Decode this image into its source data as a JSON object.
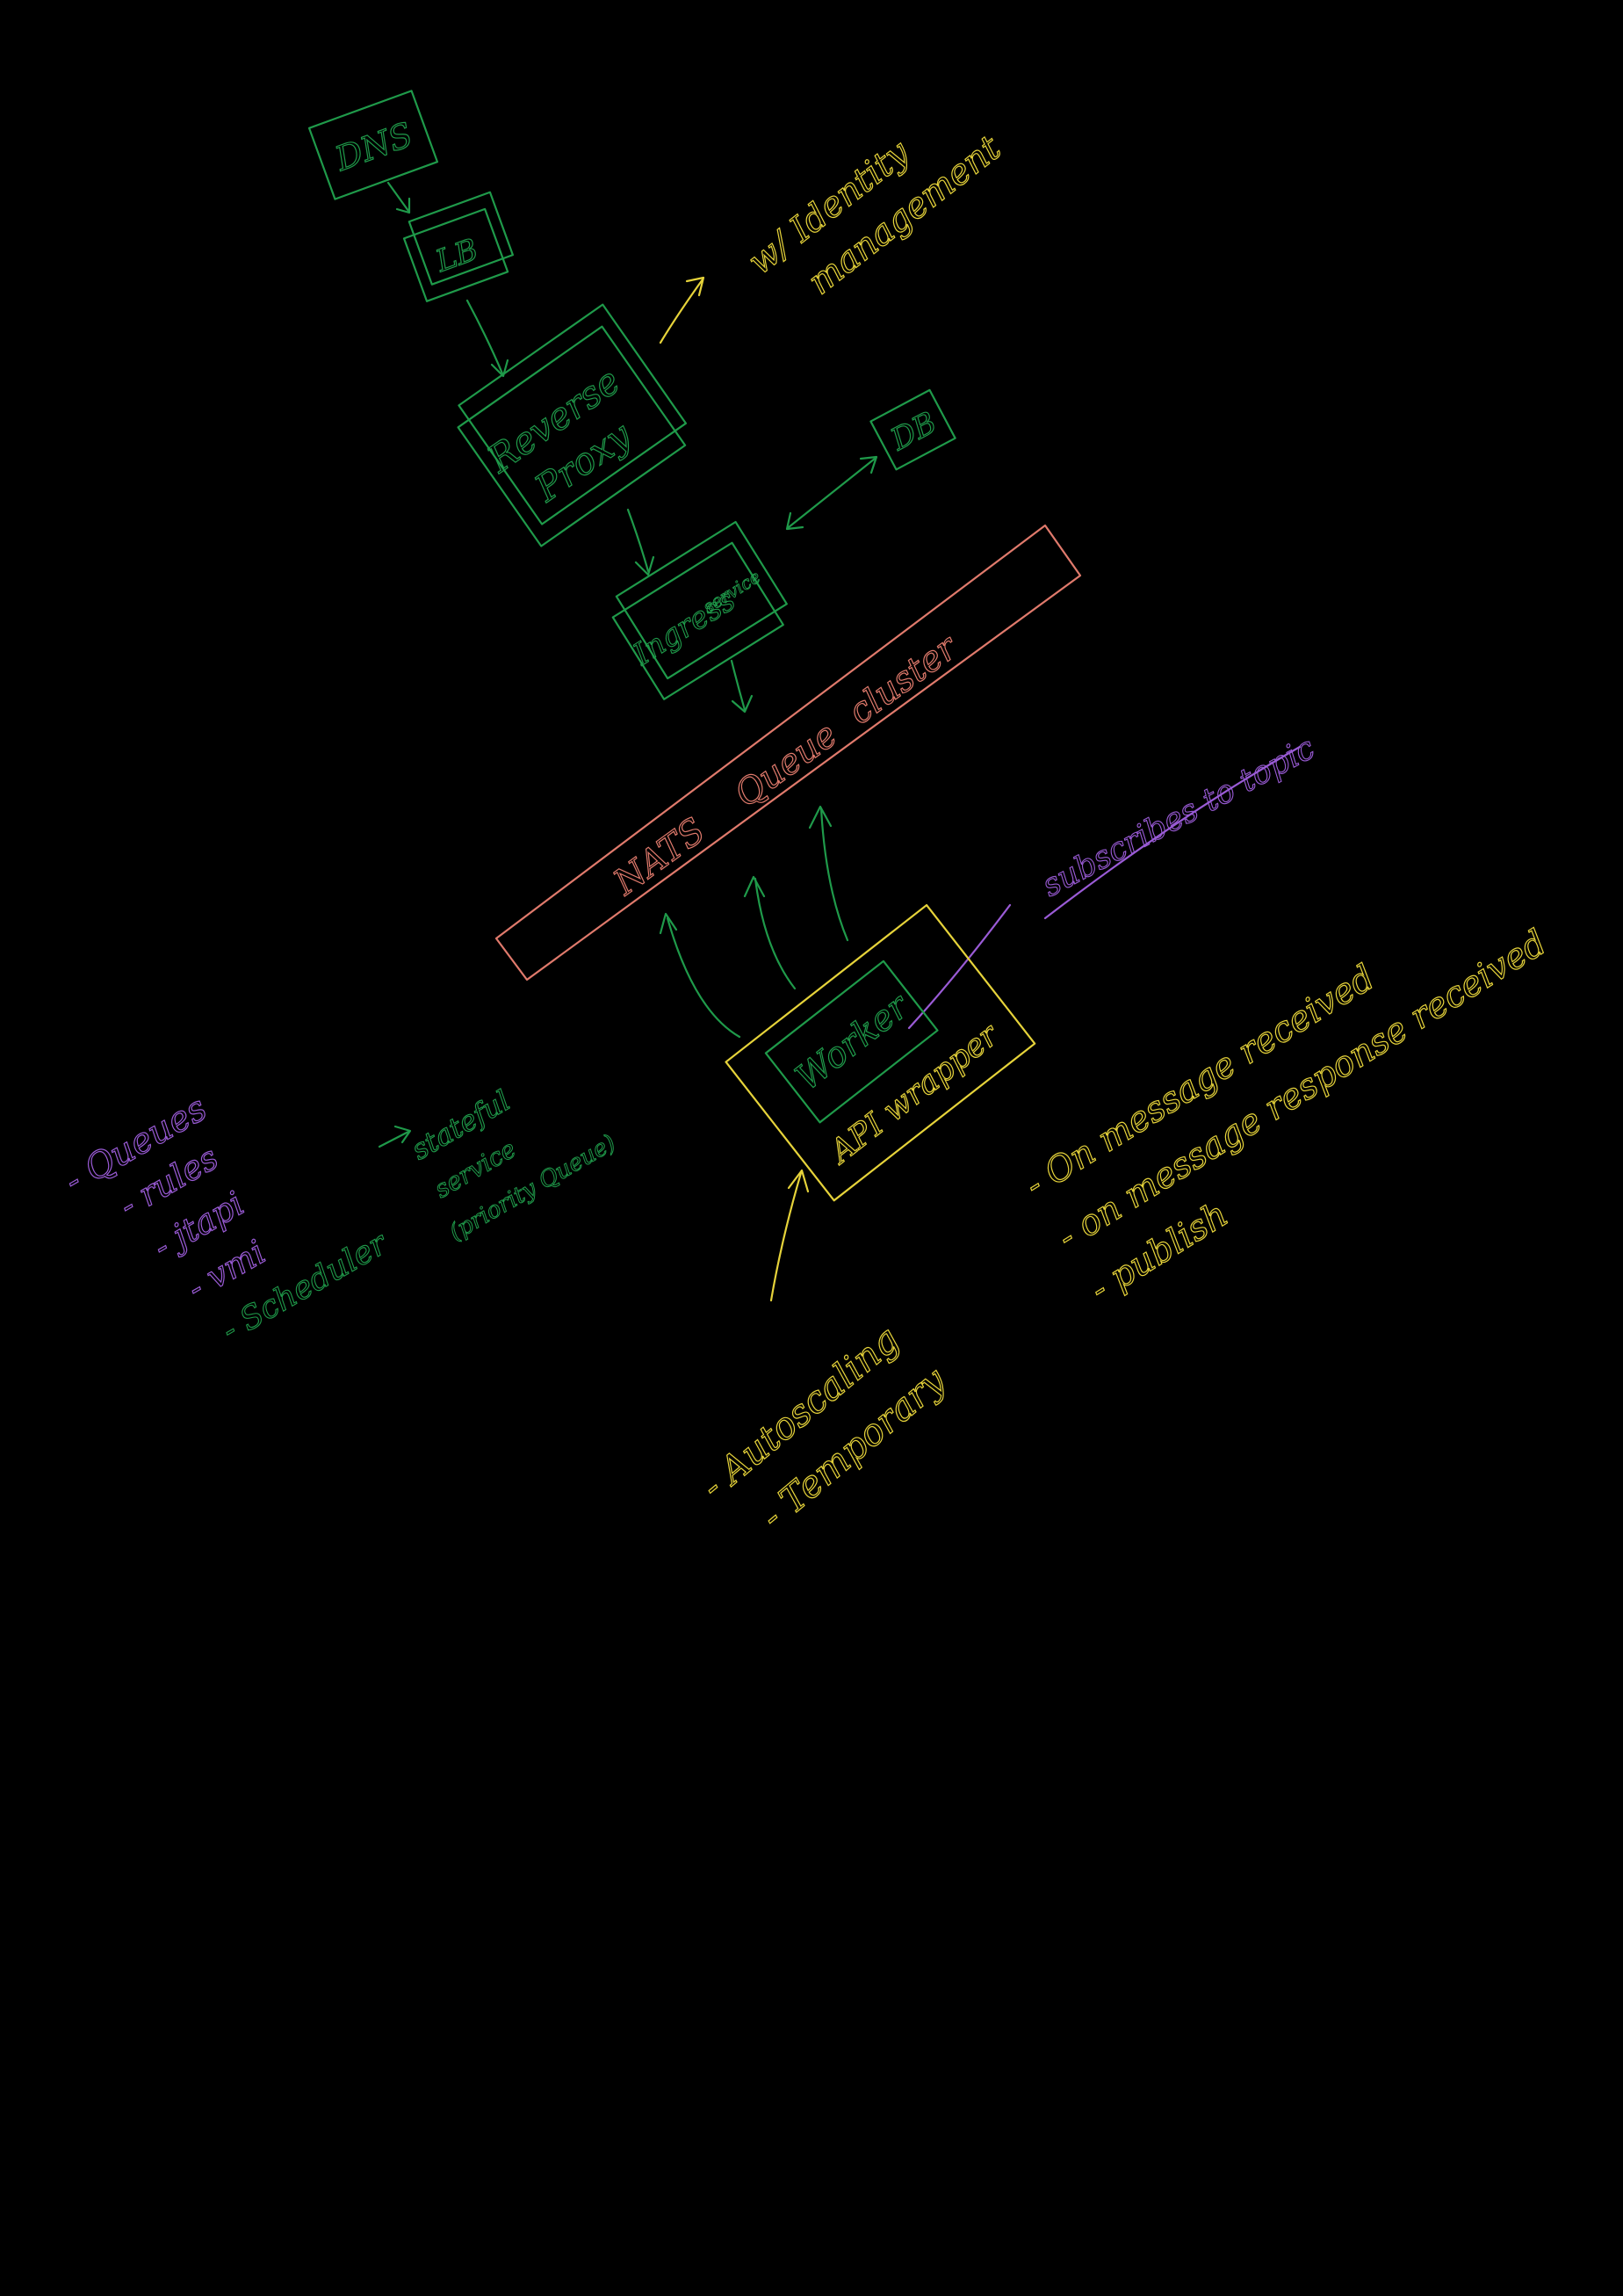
{
  "colors": {
    "background": "#000000",
    "green": "#1f9a4a",
    "yellow": "#e6d33a",
    "purple": "#9a5bd6",
    "salmon": "#e07a6c"
  },
  "nodes": {
    "dns": "DNS",
    "lb": "LB",
    "reverse_proxy_line1": "Reverse",
    "reverse_proxy_line2": "Proxy",
    "db": "DB",
    "ingress_line1": "Ingress",
    "ingress_line2": "service",
    "queue": {
      "word1": "NATS",
      "word2": "Queue",
      "word3": "cluster"
    },
    "worker": "Worker",
    "api_wrapper": "API wrapper"
  },
  "annotations": {
    "identity_line1": "w/ Identity",
    "identity_line2": "management",
    "subscribes": "subscribes to topic",
    "events": [
      "- On message received",
      "- on message response received",
      "- publish"
    ],
    "autoscaling": [
      "- Autoscaling",
      "- Temporary"
    ],
    "queues_list": [
      "- Queues",
      "- rules",
      "- jtapi",
      "- vmi",
      "- Scheduler"
    ],
    "stateful_line1": "stateful",
    "stateful_line2": "service",
    "stateful_line3": "(priority Queue)"
  }
}
